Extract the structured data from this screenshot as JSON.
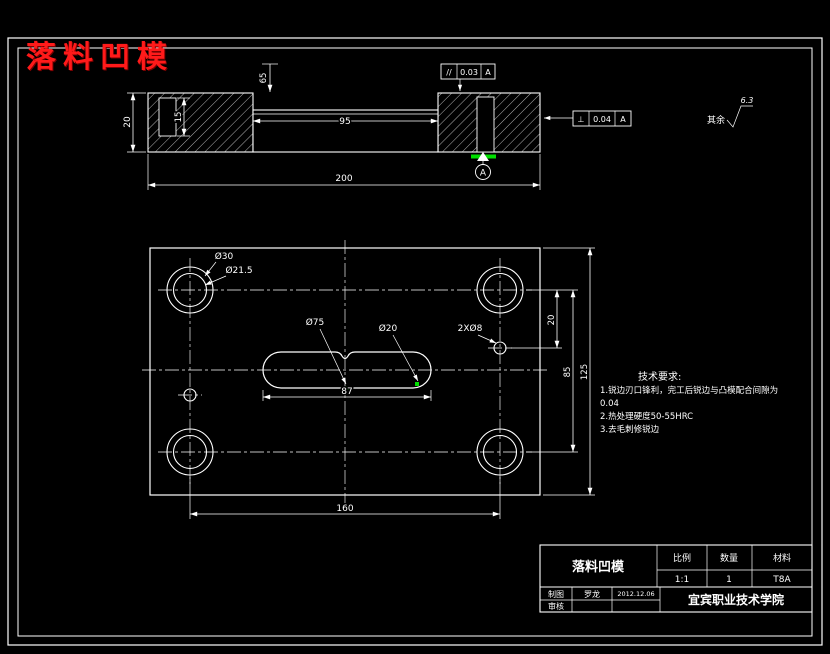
{
  "overlay_title": "落料凹模",
  "section_view": {
    "dim_width": "200",
    "dim_height": "20",
    "dim_step": "15",
    "dim_top": "65",
    "dim_cavity": "95",
    "fcf_parallel": {
      "symbol": "//",
      "value": "0.03",
      "datum": "A"
    },
    "fcf_perp": {
      "symbol": "⊥",
      "value": "0.04",
      "datum": "A"
    },
    "datum": "A",
    "roughness_prefix": "其余",
    "roughness_value": "6.3"
  },
  "plan_view": {
    "label_bore": "Ø30",
    "label_hole": "Ø21.5",
    "label_slot_major": "Ø75",
    "label_slot_minor": "Ø20",
    "label_side_holes": "2XØ8",
    "dim_slot": "87",
    "dim_width": "160",
    "dim_offset": "20",
    "dim_span": "85",
    "dim_height": "125"
  },
  "tech_notes": {
    "title": "技术要求:",
    "line1": "1.锐边刃口锋利，完工后锐边与凸模配合间隙为",
    "line2": "0.04",
    "line3": "2.热处理硬度50-55HRC",
    "line4": "3.去毛刺修锐边"
  },
  "title_block": {
    "part_name": "落料凹模",
    "scale_label": "比例",
    "scale_value": "1:1",
    "qty_label": "数量",
    "qty_value": "1",
    "material_label": "材料",
    "material_value": "T8A",
    "drawn_label": "制图",
    "drawn_by": "罗龙",
    "drawn_date": "2012.12.06",
    "checked_label": "审核",
    "org": "宜宾职业技术学院"
  }
}
